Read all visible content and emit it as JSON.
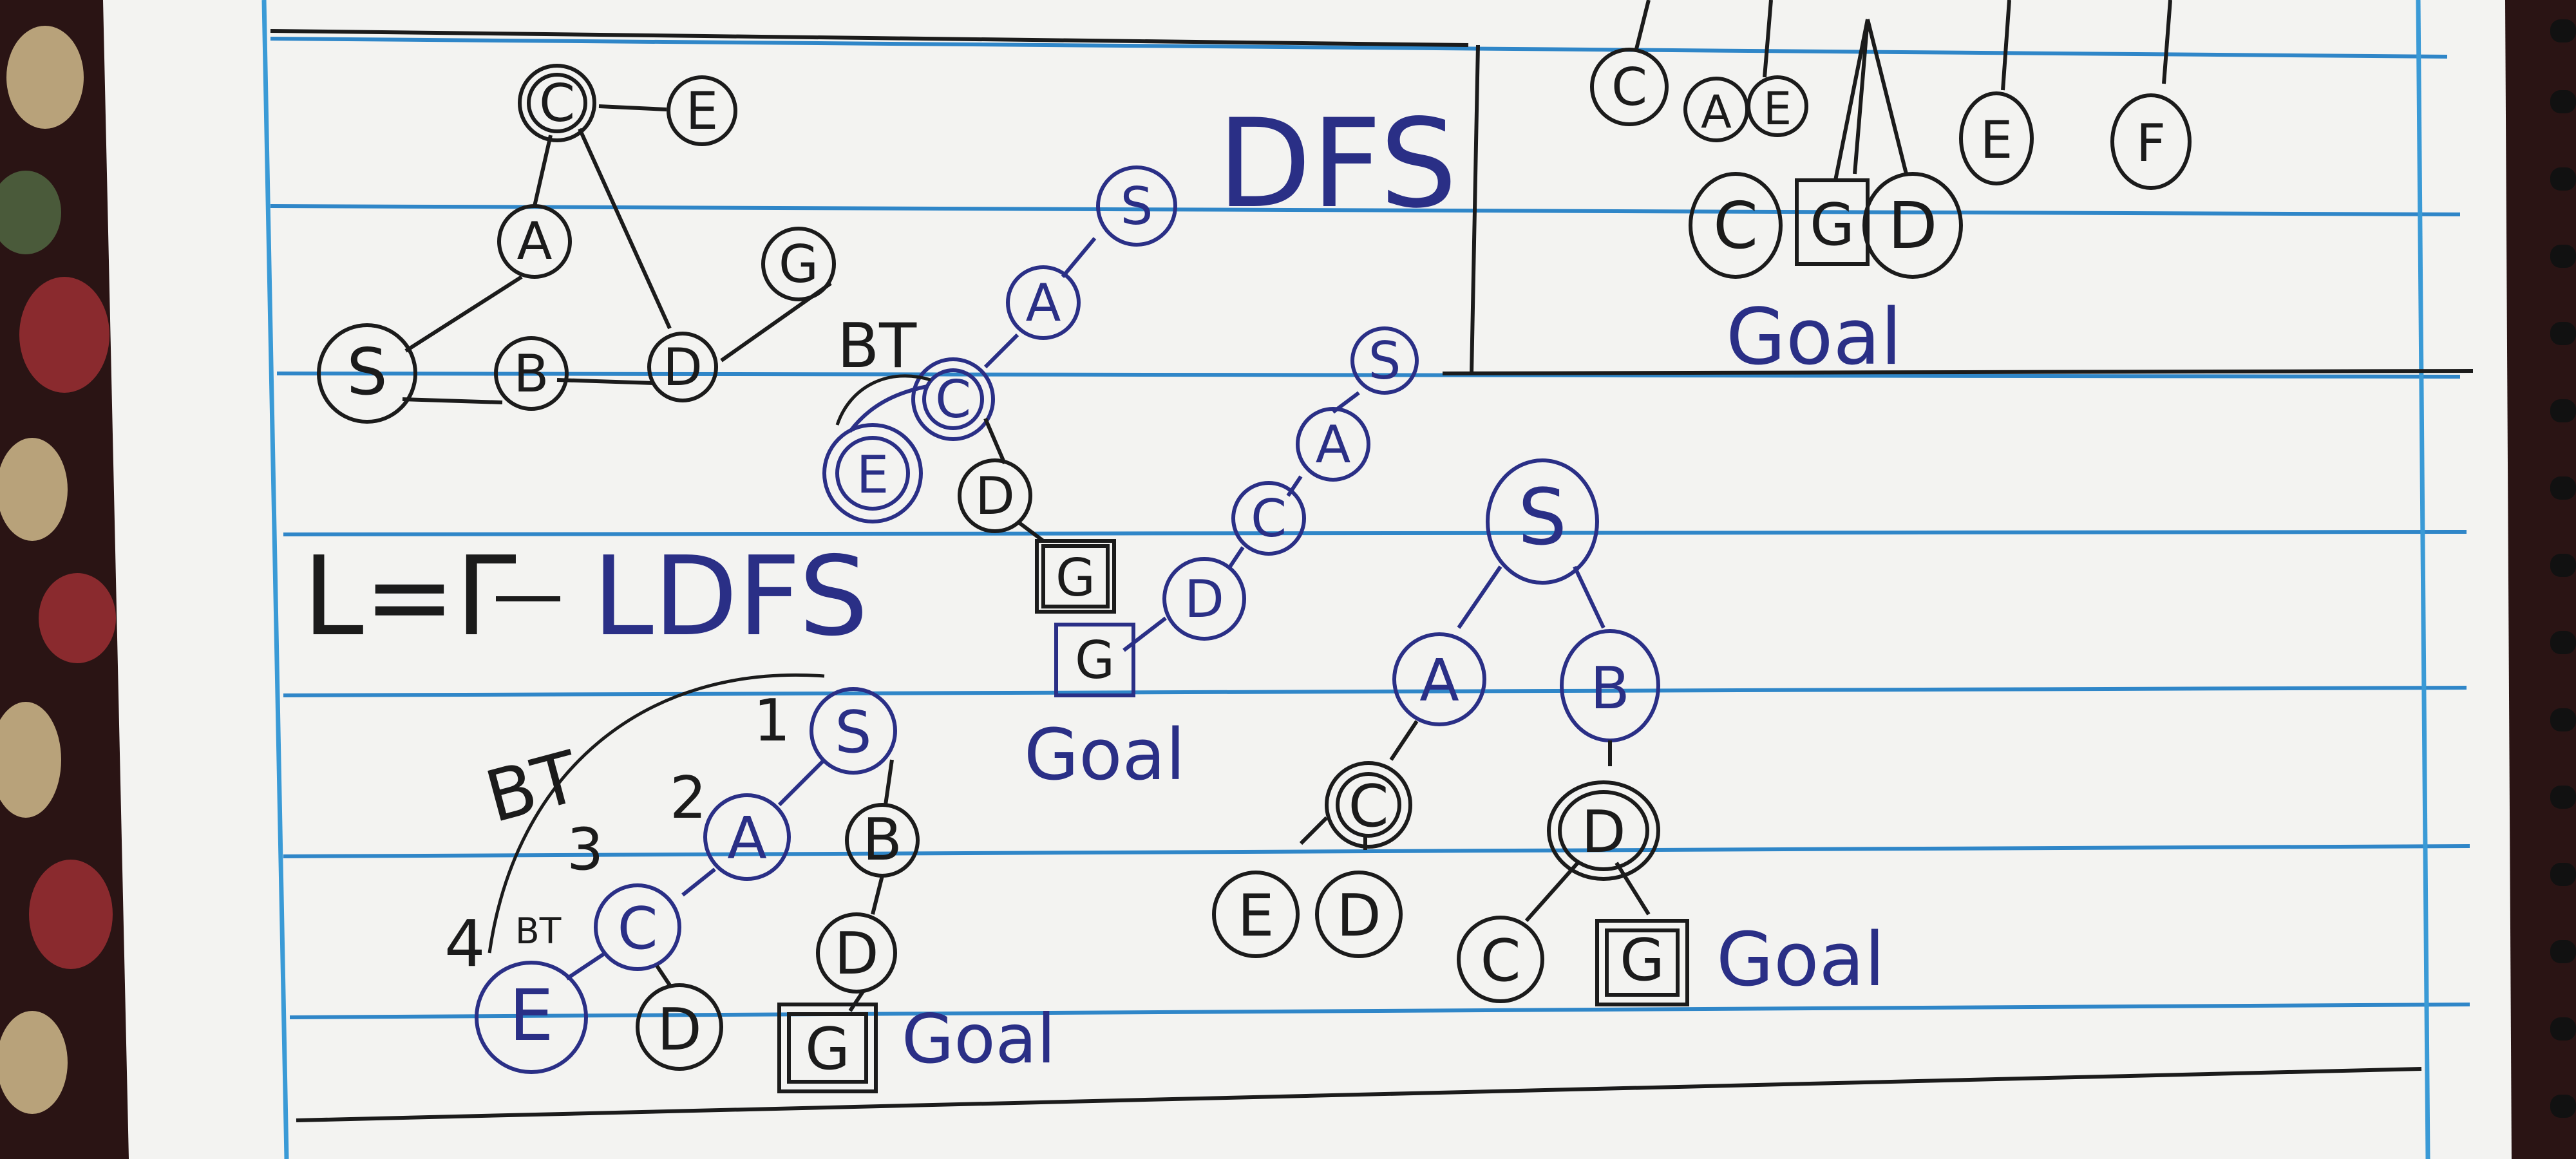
{
  "colors": {
    "paper": "#f3f3f1",
    "rule_line": "#2f86c8",
    "margin_line": "#3a9ad6",
    "black_ink": "#1b1b1b",
    "blue_ink": "#2a2f86",
    "carpet_dark": "#2a1414",
    "carpet_red": "#8a2a2e",
    "carpet_tan": "#b8a27a",
    "carpet_green": "#4a5a3a",
    "spiral": "#111111"
  },
  "labels": {
    "dfs": "DFS",
    "ldfs_prefix": "L=Γ",
    "ldfs": "LDFS",
    "bt": "BT",
    "goal": "Goal",
    "step1": "1",
    "step2": "2",
    "step3": "3",
    "step4": "4",
    "bt_small": "BT"
  },
  "graph_top_left": {
    "nodes": [
      "C",
      "E",
      "A",
      "G",
      "S",
      "B",
      "D"
    ]
  },
  "dfs_chain_1": {
    "nodes": [
      "S",
      "A",
      "C",
      "E",
      "D",
      "G"
    ]
  },
  "dfs_chain_2": {
    "nodes": [
      "S",
      "A",
      "C",
      "D",
      "G"
    ]
  },
  "top_right_fragment": {
    "nodes": [
      "C",
      "A",
      "E",
      "E",
      "F",
      "C",
      "G",
      "D"
    ]
  },
  "ldfs_tree": {
    "nodes": [
      "S",
      "A",
      "B",
      "C",
      "D",
      "E",
      "D",
      "G"
    ]
  },
  "bfs_tree": {
    "nodes": [
      "S",
      "A",
      "B",
      "C",
      "D",
      "E",
      "D",
      "C",
      "G"
    ]
  }
}
